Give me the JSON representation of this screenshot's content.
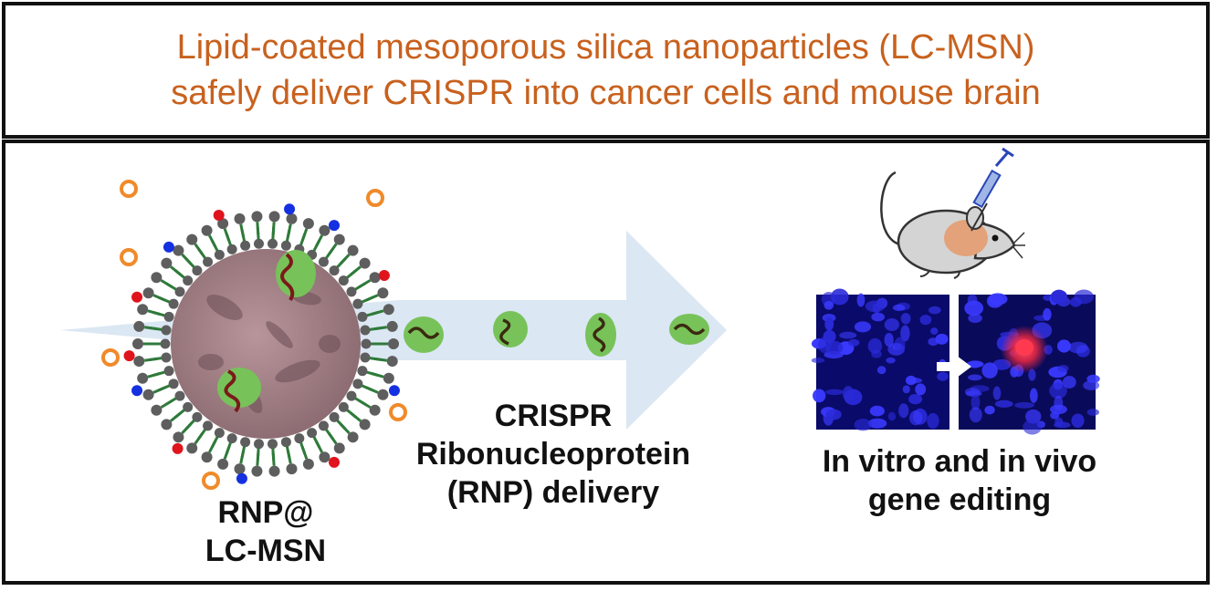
{
  "header": {
    "title_line1": "Lipid-coated mesoporous silica nanoparticles (LC-MSN)",
    "title_line2": "safely deliver CRISPR into cancer cells and mouse brain"
  },
  "particle": {
    "label_line1": "RNP@",
    "label_line2": "LC-MSN"
  },
  "delivery": {
    "label_line1": "CRISPR",
    "label_line2": "Ribonucleoprotein",
    "label_line3": "(RNP) delivery"
  },
  "result": {
    "label_line1": "In vitro and in vivo",
    "label_line2": "gene editing"
  },
  "colors": {
    "title": "#c8611e",
    "arrow": "#dbe7f3",
    "core": "#a9868a",
    "lipid_head": "#5e5e5e",
    "rnp_green": "#78c25a",
    "marker_red": "#e0141c",
    "marker_blue": "#1430e0",
    "fluor_blue": "#1a1ab4",
    "fluor_red": "#ff2a40"
  },
  "icons": [
    "mouse-icon",
    "syringe-icon",
    "nanoparticle-icon",
    "rnp-icon",
    "arrow-icon"
  ]
}
